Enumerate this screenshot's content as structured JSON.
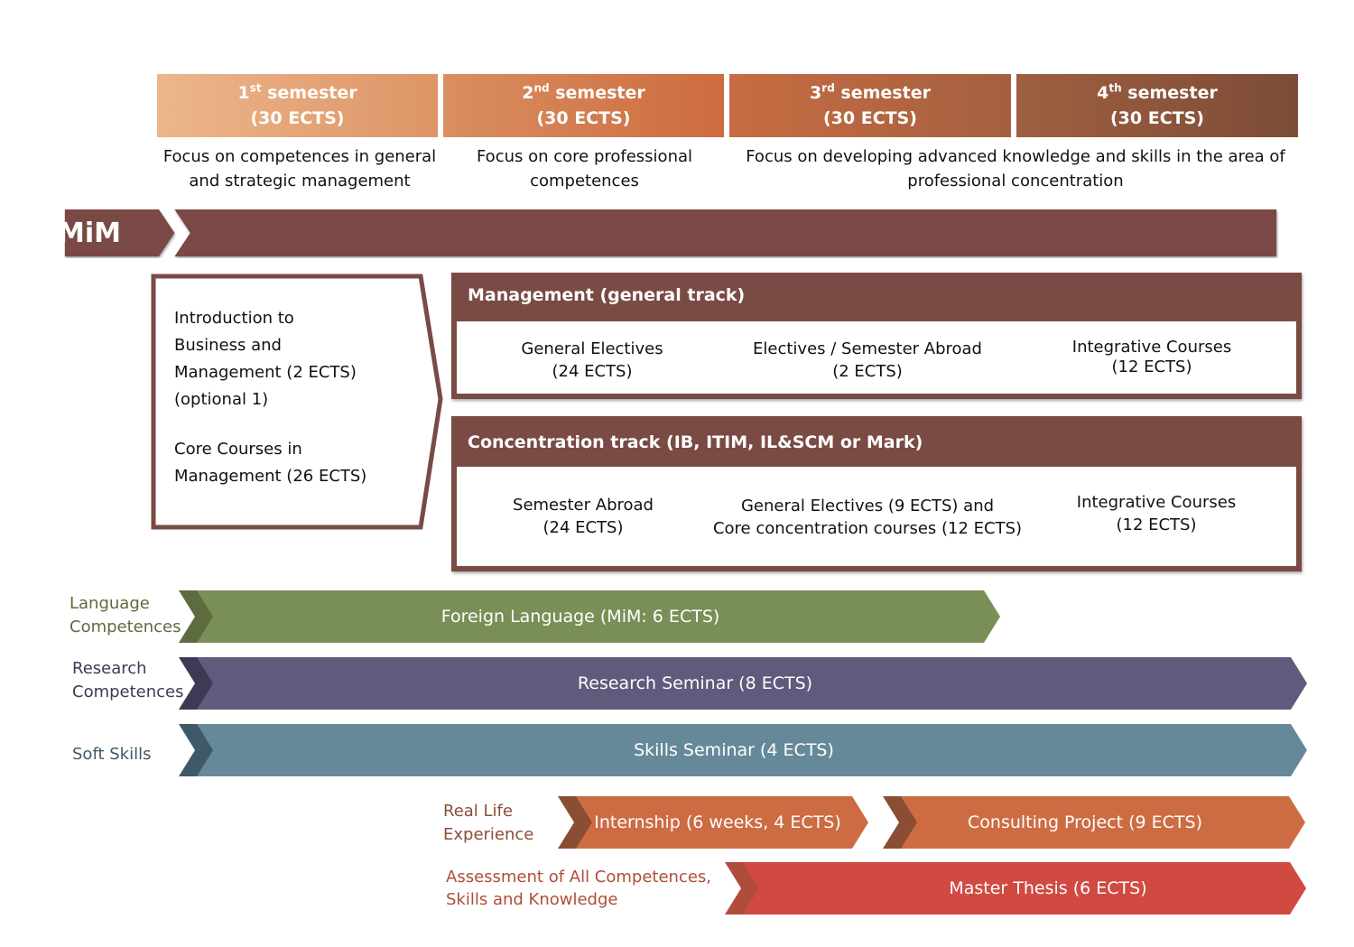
{
  "semesters": [
    {
      "num": "1",
      "suffix": "st",
      "word": "semester",
      "ects": "(30 ECTS)"
    },
    {
      "num": "2",
      "suffix": "nd",
      "word": "semester",
      "ects": "(30 ECTS)"
    },
    {
      "num": "3",
      "suffix": "rd",
      "word": "semester",
      "ects": "(30 ECTS)"
    },
    {
      "num": "4",
      "suffix": "th",
      "word": "semester",
      "ects": "(30 ECTS)"
    }
  ],
  "focus": {
    "sem1": [
      "Focus on competences in general",
      "and strategic management"
    ],
    "sem2": [
      "Focus on core professional",
      "competences"
    ],
    "sem34": [
      "Focus on developing advanced knowledge and skills in the area of",
      "professional concentration"
    ]
  },
  "program": {
    "label": "MiM"
  },
  "left_box": {
    "intro": [
      "Introduction to",
      "Business and",
      "Management (2 ECTS)",
      "(optional 1)"
    ],
    "core": [
      "Core Courses in",
      "Management (26 ECTS)"
    ]
  },
  "management_track": {
    "title": "Management (general track)",
    "cells": [
      [
        "General Electives",
        "(24 ECTS)"
      ],
      [
        "Electives  / Semester Abroad",
        "(2 ECTS)"
      ],
      [
        "Integrative Courses",
        "(12 ECTS)"
      ]
    ]
  },
  "concentration_track": {
    "title": "Concentration track (IB, ITIM, IL&SCM or Mark)",
    "cells": [
      [
        "Semester Abroad",
        "(24 ECTS)"
      ],
      [
        "General Electives (9 ECTS) and",
        "Core concentration courses (12 ECTS)"
      ],
      [
        "Integrative Courses",
        "(12 ECTS)"
      ]
    ]
  },
  "bars": {
    "language": {
      "side": [
        "Language",
        "Competences"
      ],
      "label": "Foreign Language (MiM: 6 ECTS)",
      "color": "#7a8f57",
      "side_color": "#5d6b3f"
    },
    "research": {
      "side": [
        "Research",
        "Competences"
      ],
      "label": "Research Seminar (8 ECTS)",
      "color": "#605a7c",
      "side_color": "#3d3a55"
    },
    "soft": {
      "side": [
        "Soft Skills"
      ],
      "label": "Skills Seminar (4 ECTS)",
      "color": "#66899a",
      "side_color": "#3f5968"
    },
    "real_life": {
      "side": [
        "Real Life",
        "Experience"
      ],
      "internship": "Internship (6 weeks, 4 ECTS)",
      "consulting": "Consulting Project (9 ECTS)",
      "color": "#cd6c43",
      "side_color": "#8a4e35"
    },
    "assessment": {
      "side": [
        "Assessment of All Competences,",
        "Skills and Knowledge"
      ],
      "label": "Master Thesis (6 ECTS)",
      "color": "#d04a42",
      "side_color": "#b04d3a"
    }
  },
  "colors": {
    "mim": "#7a4a45",
    "track": "#7a4a45"
  }
}
